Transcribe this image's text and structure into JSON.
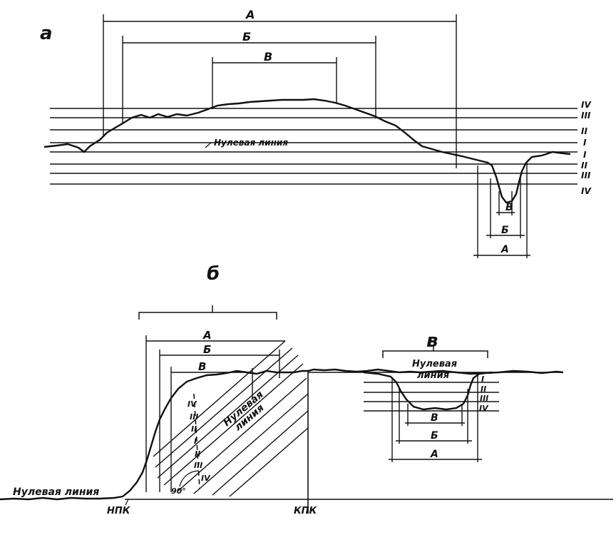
{
  "panels": {
    "a": {
      "letter": "а",
      "upper_dims": [
        "А",
        "Б",
        "В"
      ],
      "lower_dims": [
        "В",
        "Б",
        "А"
      ],
      "zero_line": "Нулевая линия",
      "levels_right_up": [
        "IV",
        "III",
        "II",
        "I"
      ],
      "levels_right_down": [
        "I",
        "II",
        "III",
        "IV"
      ]
    },
    "b": {
      "letter": "б",
      "dims": [
        "А",
        "Б",
        "В"
      ],
      "zero_line": "Нулевая линия",
      "slope_zero": [
        "Нулевая",
        "линия"
      ],
      "levels": [
        "IV",
        "III",
        "II",
        "I",
        "II",
        "III",
        "IV"
      ],
      "angle": "90°",
      "npk": "НПК",
      "kpk": "КПК"
    },
    "c": {
      "letter": "в",
      "zero_line": [
        "Нулевая",
        "линия"
      ],
      "dims": [
        "В",
        "Б",
        "А"
      ],
      "levels": [
        "I",
        "II",
        "III",
        "IV"
      ]
    }
  }
}
